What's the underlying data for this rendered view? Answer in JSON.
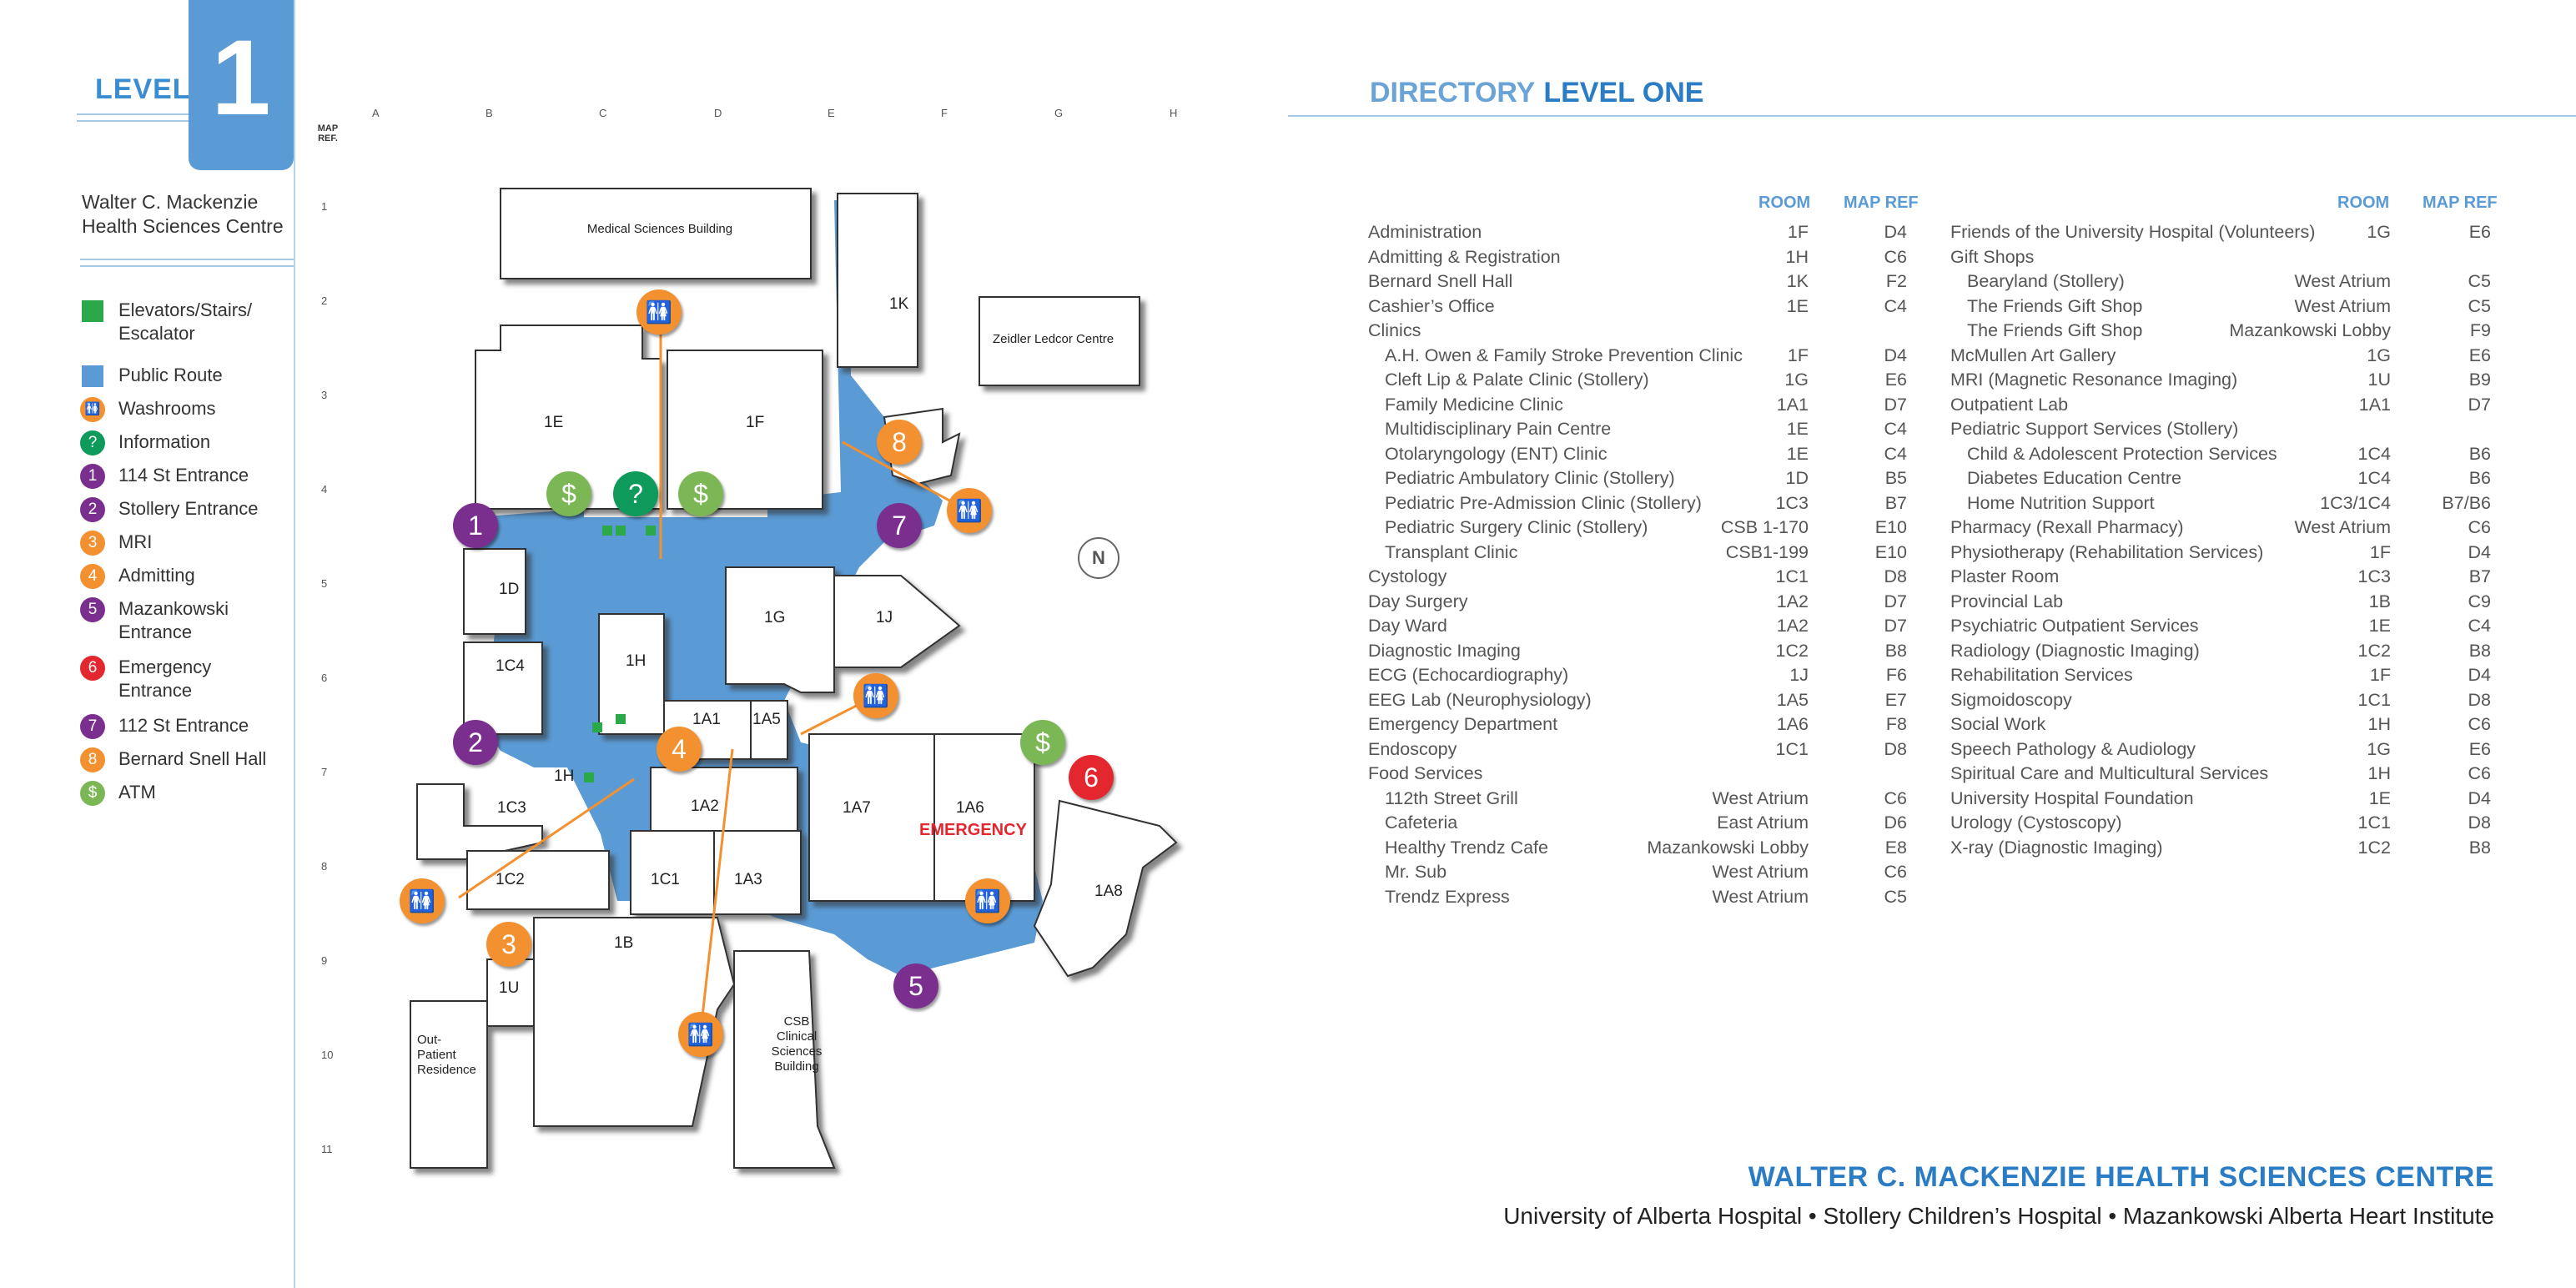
{
  "header": {
    "level_word": "LEVEL",
    "level_number": "1"
  },
  "building_name": [
    "Walter C. Mackenzie",
    "Health Sciences Centre"
  ],
  "legend": [
    {
      "label": "Elevators/Stairs/ Escalator",
      "symbol": "green-square",
      "color": "#2aa84a"
    },
    {
      "label": "Public Route",
      "symbol": "blue-square",
      "color": "#5b9bd5"
    },
    {
      "label": "Washrooms",
      "symbol": "washroom-icon",
      "color": "#f3902f"
    },
    {
      "label": "Information",
      "symbol": "?",
      "color": "#0d9a5a"
    },
    {
      "label": "114 St Entrance",
      "symbol": "1",
      "color": "#7a2f8f"
    },
    {
      "label": "Stollery Entrance",
      "symbol": "2",
      "color": "#7a2f8f"
    },
    {
      "label": "MRI",
      "symbol": "3",
      "color": "#f3902f"
    },
    {
      "label": "Admitting",
      "symbol": "4",
      "color": "#f3902f"
    },
    {
      "label": "Mazankowski Entrance",
      "symbol": "5",
      "color": "#7a2f8f"
    },
    {
      "label": "Emergency Entrance",
      "symbol": "6",
      "color": "#e4262f"
    },
    {
      "label": "112 St Entrance",
      "symbol": "7",
      "color": "#7a2f8f"
    },
    {
      "label": "Bernard Snell Hall",
      "symbol": "8",
      "color": "#f3902f"
    },
    {
      "label": "ATM",
      "symbol": "$",
      "color": "#7cb756"
    }
  ],
  "map": {
    "map_ref_label": "MAP REF.",
    "columns": [
      "A",
      "B",
      "C",
      "D",
      "E",
      "F",
      "G",
      "H"
    ],
    "rows": [
      "1",
      "2",
      "3",
      "4",
      "5",
      "6",
      "7",
      "8",
      "9",
      "10",
      "11"
    ],
    "buildings": [
      "Medical Sciences Building",
      "1K",
      "Zeidler Ledcor Centre",
      "1E",
      "1F",
      "1D",
      "1G",
      "1J",
      "1C4",
      "1H",
      "1A1",
      "1A5",
      "1A7",
      "1A6",
      "1C3",
      "1A2",
      "1C2",
      "1C1",
      "1A3",
      "1A8",
      "1B",
      "1U",
      "Out- Patient Residence",
      "CSB Clinical Sciences Building",
      "1H"
    ],
    "emergency_label": "EMERGENCY",
    "compass": "N"
  },
  "directory": {
    "title_light": "DIRECTORY",
    "title_bold": "LEVEL ONE",
    "col_room": "ROOM",
    "col_map_ref": "MAP REF",
    "left": [
      {
        "name": "Administration",
        "room": "1F",
        "ref": "D4",
        "indent": 0
      },
      {
        "name": "Admitting & Registration",
        "room": "1H",
        "ref": "C6",
        "indent": 0
      },
      {
        "name": "Bernard Snell Hall",
        "room": "1K",
        "ref": "F2",
        "indent": 0
      },
      {
        "name": "Cashier’s Office",
        "room": "1E",
        "ref": "C4",
        "indent": 0
      },
      {
        "name": "Clinics",
        "room": "",
        "ref": "",
        "indent": 0
      },
      {
        "name": "A.H. Owen & Family Stroke Prevention Clinic",
        "room": "1F",
        "ref": "D4",
        "indent": 1
      },
      {
        "name": "Cleft Lip & Palate Clinic (Stollery)",
        "room": "1G",
        "ref": "E6",
        "indent": 1
      },
      {
        "name": "Family Medicine Clinic",
        "room": "1A1",
        "ref": "D7",
        "indent": 1
      },
      {
        "name": "Multidisciplinary Pain Centre",
        "room": "1E",
        "ref": "C4",
        "indent": 1
      },
      {
        "name": "Otolaryngology (ENT) Clinic",
        "room": "1E",
        "ref": "C4",
        "indent": 1
      },
      {
        "name": "Pediatric Ambulatory Clinic (Stollery)",
        "room": "1D",
        "ref": "B5",
        "indent": 1
      },
      {
        "name": "Pediatric Pre-Admission Clinic (Stollery)",
        "room": "1C3",
        "ref": "B7",
        "indent": 1
      },
      {
        "name": "Pediatric Surgery Clinic (Stollery)",
        "room": "CSB 1-170",
        "ref": "E10",
        "indent": 1
      },
      {
        "name": "Transplant Clinic",
        "room": "CSB1-199",
        "ref": "E10",
        "indent": 1
      },
      {
        "name": "Cystology",
        "room": "1C1",
        "ref": "D8",
        "indent": 0
      },
      {
        "name": "Day Surgery",
        "room": "1A2",
        "ref": "D7",
        "indent": 0
      },
      {
        "name": "Day Ward",
        "room": "1A2",
        "ref": "D7",
        "indent": 0
      },
      {
        "name": "Diagnostic Imaging",
        "room": "1C2",
        "ref": "B8",
        "indent": 0
      },
      {
        "name": "ECG (Echocardiography)",
        "room": "1J",
        "ref": "F6",
        "indent": 0
      },
      {
        "name": "EEG Lab (Neurophysiology)",
        "room": "1A5",
        "ref": "E7",
        "indent": 0
      },
      {
        "name": "Emergency Department",
        "room": "1A6",
        "ref": "F8",
        "indent": 0
      },
      {
        "name": "Endoscopy",
        "room": "1C1",
        "ref": "D8",
        "indent": 0
      },
      {
        "name": "Food Services",
        "room": "",
        "ref": "",
        "indent": 0
      },
      {
        "name": "112th Street Grill",
        "room": "West Atrium",
        "ref": "C6",
        "indent": 1
      },
      {
        "name": "Cafeteria",
        "room": "East Atrium",
        "ref": "D6",
        "indent": 1
      },
      {
        "name": "Healthy Trendz Cafe",
        "room": "Mazankowski Lobby",
        "ref": "E8",
        "indent": 1
      },
      {
        "name": "Mr. Sub",
        "room": "West Atrium",
        "ref": "C6",
        "indent": 1
      },
      {
        "name": "Trendz Express",
        "room": "West Atrium",
        "ref": "C5",
        "indent": 1
      }
    ],
    "right": [
      {
        "name": "Friends of the University Hospital (Volunteers)",
        "room": "1G",
        "ref": "E6",
        "indent": 0
      },
      {
        "name": "Gift Shops",
        "room": "",
        "ref": "",
        "indent": 0
      },
      {
        "name": "Bearyland (Stollery)",
        "room": "West Atrium",
        "ref": "C5",
        "indent": 1
      },
      {
        "name": "The Friends Gift Shop",
        "room": "West Atrium",
        "ref": "C5",
        "indent": 1
      },
      {
        "name": "The Friends Gift Shop",
        "room": "Mazankowski Lobby",
        "ref": "F9",
        "indent": 1
      },
      {
        "name": "McMullen Art Gallery",
        "room": "1G",
        "ref": "E6",
        "indent": 0
      },
      {
        "name": "MRI (Magnetic Resonance Imaging)",
        "room": "1U",
        "ref": "B9",
        "indent": 0
      },
      {
        "name": "Outpatient Lab",
        "room": "1A1",
        "ref": "D7",
        "indent": 0
      },
      {
        "name": "Pediatric Support Services (Stollery)",
        "room": "",
        "ref": "",
        "indent": 0
      },
      {
        "name": "Child & Adolescent Protection Services",
        "room": "1C4",
        "ref": "B6",
        "indent": 1
      },
      {
        "name": "Diabetes Education Centre",
        "room": "1C4",
        "ref": "B6",
        "indent": 1
      },
      {
        "name": "Home Nutrition Support",
        "room": "1C3/1C4",
        "ref": "B7/B6",
        "indent": 1
      },
      {
        "name": "Pharmacy (Rexall Pharmacy)",
        "room": "West Atrium",
        "ref": "C6",
        "indent": 0
      },
      {
        "name": "Physiotherapy (Rehabilitation Services)",
        "room": "1F",
        "ref": "D4",
        "indent": 0
      },
      {
        "name": "Plaster Room",
        "room": "1C3",
        "ref": "B7",
        "indent": 0
      },
      {
        "name": "Provincial Lab",
        "room": "1B",
        "ref": "C9",
        "indent": 0
      },
      {
        "name": "Psychiatric Outpatient Services",
        "room": "1E",
        "ref": "C4",
        "indent": 0
      },
      {
        "name": "Radiology (Diagnostic Imaging)",
        "room": "1C2",
        "ref": "B8",
        "indent": 0
      },
      {
        "name": "Rehabilitation Services",
        "room": "1F",
        "ref": "D4",
        "indent": 0
      },
      {
        "name": "Sigmoidoscopy",
        "room": "1C1",
        "ref": "D8",
        "indent": 0
      },
      {
        "name": "Social Work",
        "room": "1H",
        "ref": "C6",
        "indent": 0
      },
      {
        "name": "Speech Pathology & Audiology",
        "room": "1G",
        "ref": "E6",
        "indent": 0
      },
      {
        "name": "Spiritual Care and Multicultural Services",
        "room": "1H",
        "ref": "C6",
        "indent": 0
      },
      {
        "name": "University Hospital Foundation",
        "room": "1E",
        "ref": "D4",
        "indent": 0
      },
      {
        "name": "Urology (Cystoscopy)",
        "room": "1C1",
        "ref": "D8",
        "indent": 0
      },
      {
        "name": "X-ray (Diagnostic Imaging)",
        "room": "1C2",
        "ref": "B8",
        "indent": 0
      }
    ]
  },
  "footer": {
    "title": "WALTER C. MACKENZIE HEALTH SCIENCES CENTRE",
    "subtitle": "University of Alberta Hospital  •  Stollery Children’s Hospital  •  Mazankowski Alberta Heart Institute"
  }
}
